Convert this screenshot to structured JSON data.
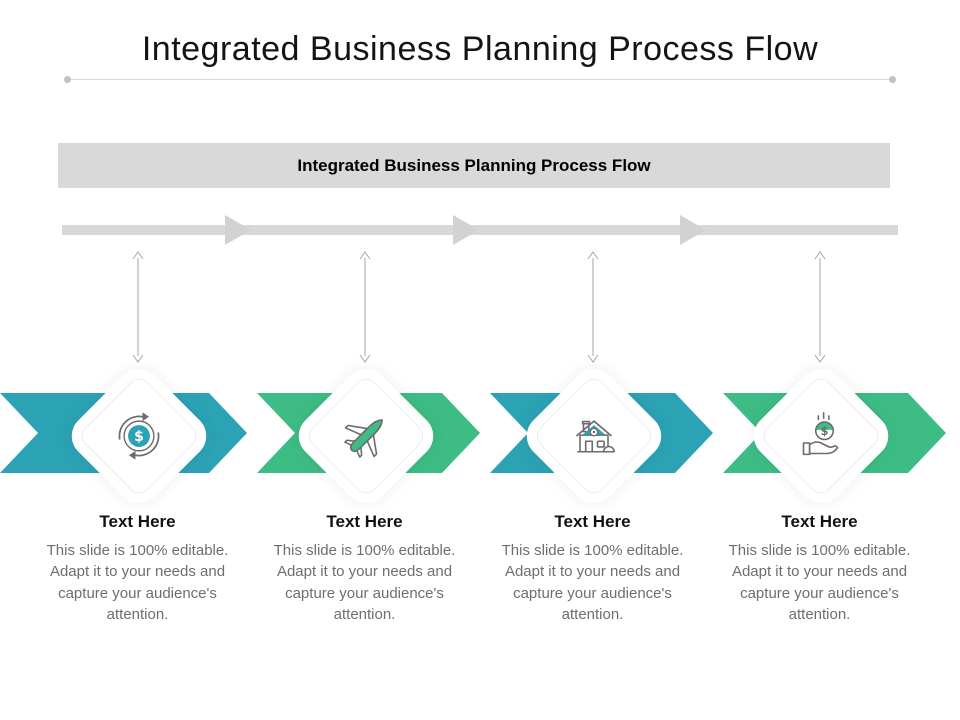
{
  "title": "Integrated Business Planning Process Flow",
  "banner": {
    "title": "Integrated Business Planning Process Flow"
  },
  "steps": [
    {
      "heading": "Text Here",
      "body": "This slide is 100% editable. Adapt it to your needs and capture your audience's attention.",
      "icon": "money-cycle-icon",
      "chevron_color": "#2BA3B5"
    },
    {
      "heading": "Text Here",
      "body": "This slide is 100% editable. Adapt it to your needs and capture your audience's attention.",
      "icon": "airplane-icon",
      "chevron_color": "#3EBC85"
    },
    {
      "heading": "Text Here",
      "body": "This slide is 100% editable. Adapt it to your needs and capture your audience's attention.",
      "icon": "house-icon",
      "chevron_color": "#2BA3B5"
    },
    {
      "heading": "Text Here",
      "body": "This slide is 100% editable. Adapt it to your needs and capture your audience's attention.",
      "icon": "money-hand-icon",
      "chevron_color": "#3EBC85"
    }
  ],
  "colors": {
    "teal": "#2BA3B5",
    "green": "#3EBC85",
    "banner-bg": "#D9D9D9",
    "timeline-bar": "#D8D8D8",
    "timeline-arrow": "#D2D2D2",
    "connector-gray": "#A6A6A6",
    "icon-stroke": "#6B6B6B",
    "heading-text": "#121212",
    "body-text": "#6E6E6E",
    "title-text": "#141414",
    "divider": "#D8D8D8"
  }
}
